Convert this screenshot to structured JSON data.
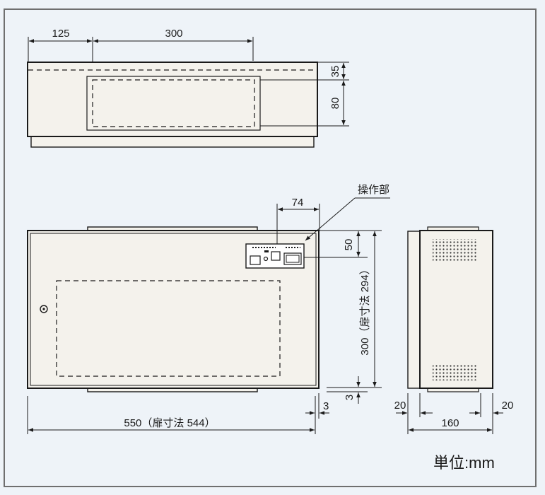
{
  "colors": {
    "background": "#eef3f8",
    "frame": "#6f6f6f",
    "cabinet_fill": "#f4f2ec",
    "line": "#1a1a1a"
  },
  "top_view": {
    "dim_left": "125",
    "dim_width": "300",
    "dim_top_band": "35",
    "dim_window": "80"
  },
  "front_view": {
    "operation_label": "操作部",
    "dim_operation_width": "74",
    "dim_operation_height": "50",
    "dim_height": "300（扉寸法 294）",
    "dim_bottom_gap": "3",
    "dim_right_gap": "3",
    "dim_width": "550（扉寸法 544）"
  },
  "side_view": {
    "dim_left_offset": "20",
    "dim_right_offset": "20",
    "dim_depth": "160"
  },
  "unit_label": "単位:mm"
}
